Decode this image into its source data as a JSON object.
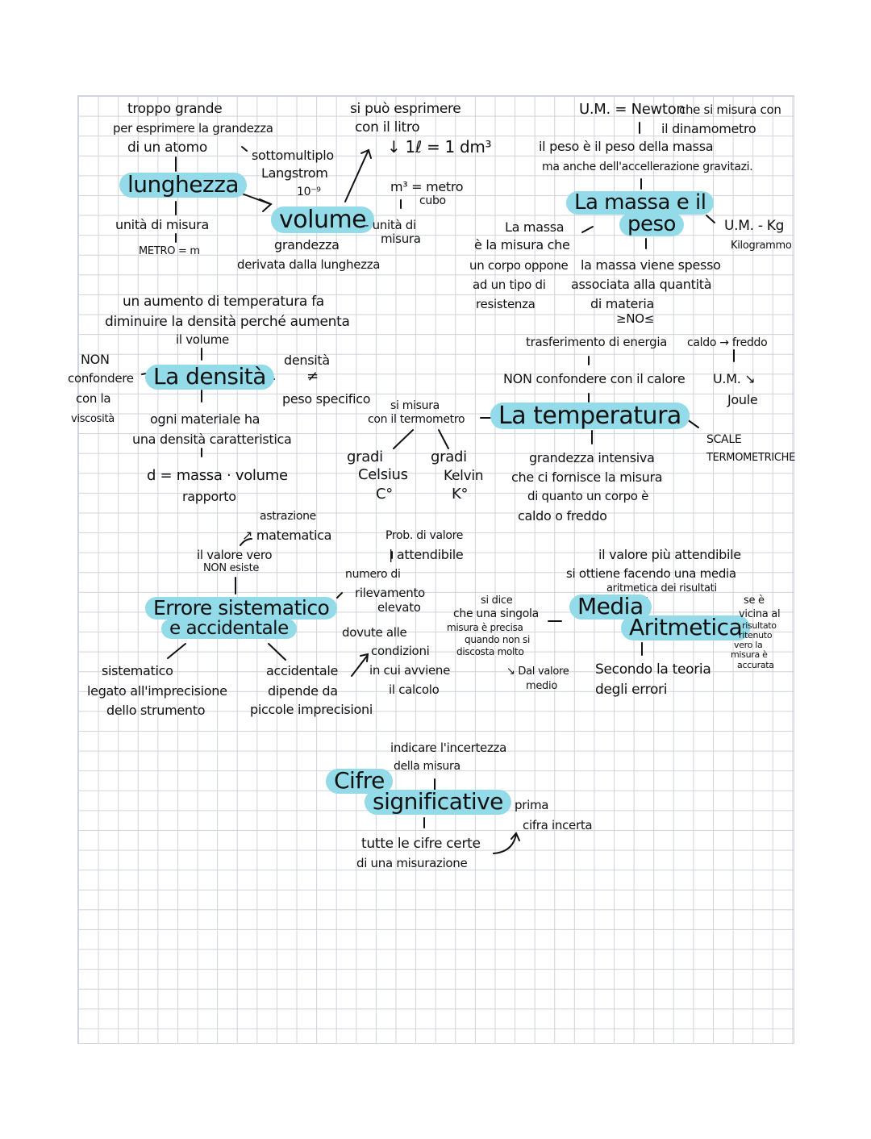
{
  "highlight_color": "#93dbe8",
  "lunghezza": {
    "title": "lunghezza",
    "notes": [
      "troppo grande",
      "per esprimere la grandezza",
      "di un atomo",
      "unità di misura",
      "METRO = m",
      "sottomultiplo",
      "Langstrom",
      "10⁻⁹"
    ]
  },
  "volume": {
    "title": "volume",
    "notes": [
      "si può esprimere",
      "con il litro",
      "↓ 1ℓ = 1 dm³",
      "m³ = metro",
      "cubo",
      "- unità di",
      "misura",
      "grandezza",
      "derivata dalla lunghezza"
    ]
  },
  "massa": {
    "title_1": "La massa e il",
    "title_2": "peso",
    "notes": [
      "U.M. = Newton",
      "che si misura con",
      "il dinamometro",
      "il peso è il peso della massa",
      "ma anche dell'accellerazione gravitazi.",
      "La massa",
      "è la misura che",
      "un corpo oppone",
      "ad un tipo di",
      "resistenza",
      "la massa viene spesso",
      "associata alla quantità",
      "di materia",
      "≥NO≤",
      "U.M. - Kg",
      "Kilogrammo"
    ]
  },
  "densita": {
    "title": "La densità",
    "notes": [
      "un aumento di temperatura fa",
      "diminuire la densità perché aumenta",
      "il volume",
      "NON",
      "confondere",
      "con la",
      "viscosità",
      "densità",
      "≠",
      "peso specifico",
      "ogni materiale ha",
      "una densità caratteristica",
      "d = massa · volume",
      "rapporto"
    ]
  },
  "temperatura": {
    "title": "La temperatura",
    "notes": [
      "trasferimento di energia",
      "caldo → freddo",
      "NON confondere con il calore",
      "U.M. ↘",
      "Joule",
      "si misura",
      "con il termometro",
      "SCALE",
      "TERMOMETRICHE",
      "grandezza intensiva",
      "che ci fornisce la misura",
      "di quanto un corpo è",
      "caldo o freddo",
      "gradi",
      "Celsius",
      "C°",
      "gradi",
      "Kelvin",
      "K°"
    ]
  },
  "errore": {
    "title_1": "Errore sistematico",
    "title_2": "e accidentale",
    "notes": [
      "astrazione",
      "↗ matematica",
      "il valore vero",
      "NON esiste",
      "Prob. di valore",
      "| attendibile",
      "numero di",
      "rilevamento",
      "elevato",
      "dovute alle",
      "condizioni",
      "in cui avviene",
      "il calcolo",
      "sistematico",
      "legato all'imprecisione",
      "dello strumento",
      "accidentale",
      "dipende da",
      "piccole imprecisioni"
    ]
  },
  "media": {
    "title_1": "Media",
    "title_2": "Aritmetica",
    "notes": [
      "il valore più attendibile",
      "si ottiene facendo una media",
      "aritmetica dei risultati",
      "si dice",
      "che una singola",
      "misura è precisa",
      "quando non si",
      "discosta molto",
      "↘ Dal valore",
      "medio",
      "Secondo la teoria",
      "degli errori",
      "se è",
      "vicina al",
      "risultato",
      "ritenuto",
      "vero la",
      "misura è",
      "accurata"
    ]
  },
  "cifre": {
    "title_1": "Cifre",
    "title_2": "significative",
    "notes": [
      "indicare l'incertezza",
      "della misura",
      "prima",
      "cifra incerta",
      "tutte le cifre certe",
      "di una misurazione"
    ]
  }
}
